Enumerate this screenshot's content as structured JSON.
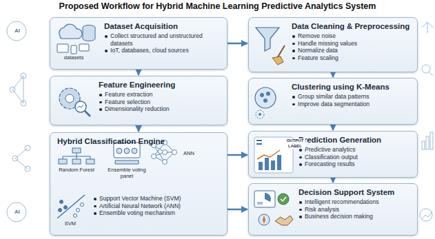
{
  "diagram": {
    "title": "Proposed Workflow for Hybrid Machine Learning Predictive Analytics System",
    "nodes": [
      {
        "text": [
          "Dataset Acquisition",
          "Collect structured and unstructured datasets",
          "IoT, databases, cloud sources"
        ]
      },
      {
        "text": [
          "Data Cleaning & Preprocessing",
          "Remove noise",
          "Handle missing values",
          "Normalize data",
          "Feature scaling"
        ]
      },
      {
        "text": [
          "Feature Engineering",
          "Feature extraction",
          "Feature selection",
          "Dimensionality reduction"
        ]
      },
      {
        "text": [
          "Clustering using K-Means",
          "Group similar data patterns",
          "Improve data segmentation"
        ]
      },
      {
        "text": [
          "Hybrid Classification Engine",
          "Support Vector Machine (SVM)",
          "Artificial Neural Network (ANN)",
          "Ensemble voting mechanism"
        ]
      },
      {
        "text": [
          "Prediction Generation",
          "Predictive analytics",
          "Classification output",
          "Forecasting results"
        ]
      },
      {
        "text": [
          "Decision Support System",
          "Intelligent recommendations",
          "Risk analysis",
          "Business decision making"
        ]
      }
    ],
    "edges": [
      {
        "from": 0,
        "to": 1,
        "arrow": "to"
      },
      {
        "from": 0,
        "to": 2,
        "arrow": "to"
      },
      {
        "from": 2,
        "to": 4,
        "arrow": "to"
      },
      {
        "from": 1,
        "to": 3,
        "arrow": "to"
      },
      {
        "from": 3,
        "to": 5,
        "arrow": "to"
      },
      {
        "from": 5,
        "to": 6,
        "arrow": "to"
      },
      {
        "from": 4,
        "to": 5,
        "arrow": "to"
      },
      {
        "from": 4,
        "to": 6,
        "arrow": "to"
      }
    ],
    "labels": [
      "datasets",
      "Random Forest",
      "Ensemble voting panel",
      "ANN",
      "SVM",
      "OUTPUT",
      "LABEL",
      "AI",
      "AI"
    ]
  }
}
